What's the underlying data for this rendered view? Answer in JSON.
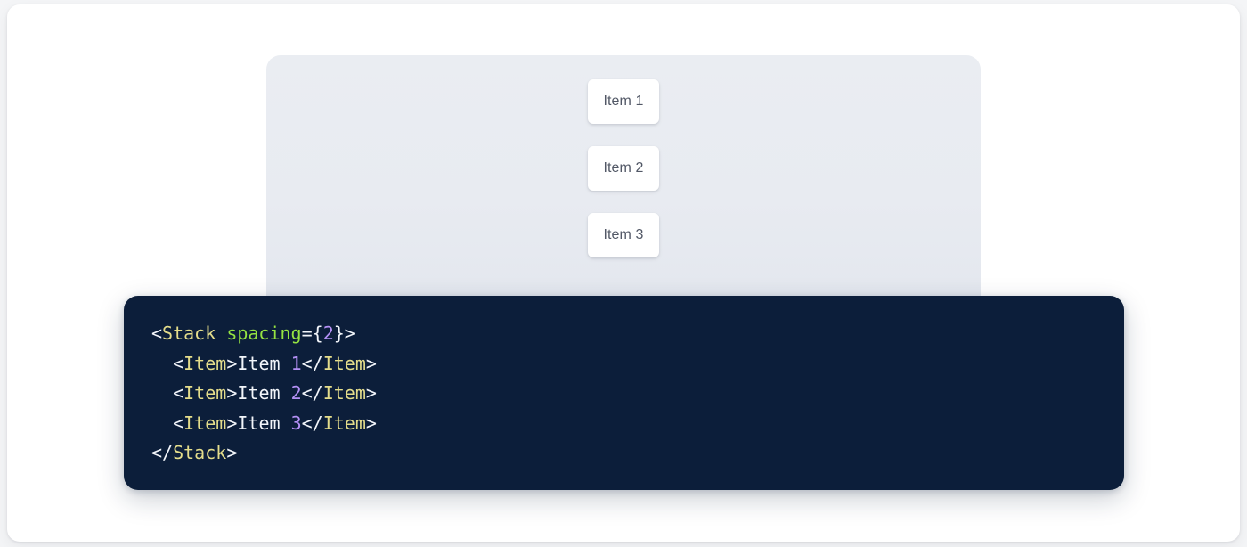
{
  "colors": {
    "page_background": "#f4f5f7",
    "card_background": "#ffffff",
    "preview_background": "#eaedf2",
    "item_background": "#ffffff",
    "item_text": "#525866",
    "code_background": "#0c1e3a",
    "code_punctuation": "#f2f5fa",
    "code_tag": "#e4dd8b",
    "code_attribute": "#95e342",
    "code_number": "#b490f5",
    "code_text": "#f2f5fa"
  },
  "preview": {
    "component": "Stack",
    "spacing": "2",
    "items": [
      {
        "label": "Item 1"
      },
      {
        "label": "Item 2"
      },
      {
        "label": "Item 3"
      }
    ]
  },
  "code": {
    "language": "jsx",
    "lines": [
      {
        "indent": "",
        "tokens": [
          {
            "type": "punc",
            "text": "<"
          },
          {
            "type": "tag",
            "text": "Stack"
          },
          {
            "type": "punc",
            "text": " "
          },
          {
            "type": "attr",
            "text": "spacing"
          },
          {
            "type": "punc",
            "text": "={"
          },
          {
            "type": "num",
            "text": "2"
          },
          {
            "type": "punc",
            "text": "}>"
          }
        ]
      },
      {
        "indent": "  ",
        "tokens": [
          {
            "type": "punc",
            "text": "<"
          },
          {
            "type": "tag",
            "text": "Item"
          },
          {
            "type": "punc",
            "text": ">"
          },
          {
            "type": "text",
            "text": "Item "
          },
          {
            "type": "num",
            "text": "1"
          },
          {
            "type": "punc",
            "text": "</"
          },
          {
            "type": "tag",
            "text": "Item"
          },
          {
            "type": "punc",
            "text": ">"
          }
        ]
      },
      {
        "indent": "  ",
        "tokens": [
          {
            "type": "punc",
            "text": "<"
          },
          {
            "type": "tag",
            "text": "Item"
          },
          {
            "type": "punc",
            "text": ">"
          },
          {
            "type": "text",
            "text": "Item "
          },
          {
            "type": "num",
            "text": "2"
          },
          {
            "type": "punc",
            "text": "</"
          },
          {
            "type": "tag",
            "text": "Item"
          },
          {
            "type": "punc",
            "text": ">"
          }
        ]
      },
      {
        "indent": "  ",
        "tokens": [
          {
            "type": "punc",
            "text": "<"
          },
          {
            "type": "tag",
            "text": "Item"
          },
          {
            "type": "punc",
            "text": ">"
          },
          {
            "type": "text",
            "text": "Item "
          },
          {
            "type": "num",
            "text": "3"
          },
          {
            "type": "punc",
            "text": "</"
          },
          {
            "type": "tag",
            "text": "Item"
          },
          {
            "type": "punc",
            "text": ">"
          }
        ]
      },
      {
        "indent": "",
        "tokens": [
          {
            "type": "punc",
            "text": "</"
          },
          {
            "type": "tag",
            "text": "Stack"
          },
          {
            "type": "punc",
            "text": ">"
          }
        ]
      }
    ]
  }
}
